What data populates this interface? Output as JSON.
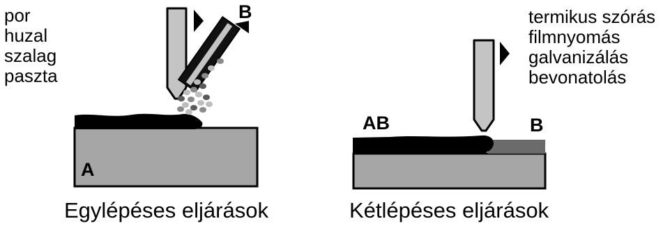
{
  "left_panel": {
    "material_forms": [
      "por",
      "huzal",
      "szalag",
      "paszta"
    ],
    "label_source": "B",
    "label_substrate": "A",
    "caption": "Egylépéses eljárások"
  },
  "right_panel": {
    "methods": [
      "termikus szórás",
      "filmnyomás",
      "galvanizálás",
      "bevonatolás"
    ],
    "label_coating": "AB",
    "label_layer": "B",
    "caption": "Kétlépéses eljárások"
  },
  "colors": {
    "substrate_fill": "#a6a6a6",
    "tool_fill": "#c4c4c4",
    "coating_fill": "#000000",
    "layer_b_fill": "#6b6b6b",
    "particle_light": "#bdbdbd",
    "particle_mid": "#8a8a8a",
    "particle_dark": "#5a5a5a"
  }
}
